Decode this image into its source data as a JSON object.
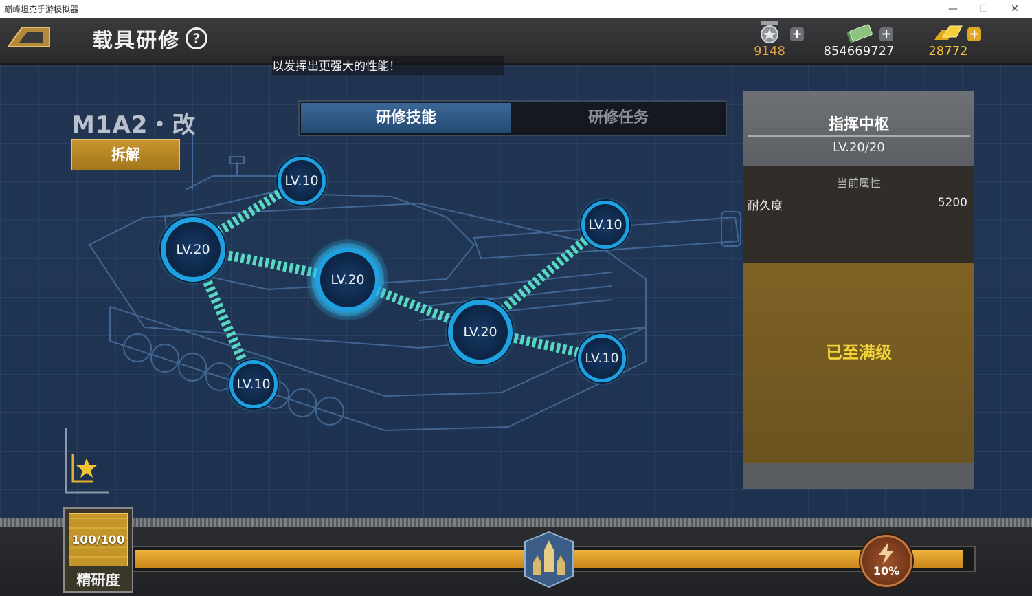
{
  "window": {
    "title": "巅峰坦克手游模拟器",
    "min": "—",
    "max": "☐",
    "close": "✕"
  },
  "header": {
    "title": "载具研修",
    "help": "?",
    "subtitle": "以发挥出更强大的性能！"
  },
  "currency": [
    {
      "name": "medal",
      "value": "9148",
      "color": "#e0a040",
      "plus": "+"
    },
    {
      "name": "cash",
      "value": "854669727",
      "color": "#f0f0f0",
      "plus": "+"
    },
    {
      "name": "gold",
      "value": "28772",
      "color": "#f3c431",
      "plus": "+"
    }
  ],
  "tank": {
    "name": "M1A2・改",
    "dismantle_label": "拆解"
  },
  "tabs": [
    {
      "label": "研修技能",
      "active": true
    },
    {
      "label": "研修任务",
      "active": false
    }
  ],
  "nodes": [
    {
      "label": "LV.10"
    },
    {
      "label": "LV.20"
    },
    {
      "label": "LV.20"
    },
    {
      "label": "LV.10"
    },
    {
      "label": "LV.20"
    },
    {
      "label": "LV.10"
    },
    {
      "label": "LV.10"
    }
  ],
  "panel": {
    "title": "指挥中枢",
    "level": "LV.20/20",
    "section": "当前属性",
    "attr_name": "耐久度",
    "attr_value": "5200",
    "status": "已至满级"
  },
  "progress": {
    "count": "100/100",
    "label": "精研度",
    "fill_fraction": 0.99,
    "boost": "10%"
  },
  "colors": {
    "accent": "#1fa0e0",
    "chain": "#5be0c8",
    "gold": "#f3c431",
    "bar": "#f0b23a"
  }
}
